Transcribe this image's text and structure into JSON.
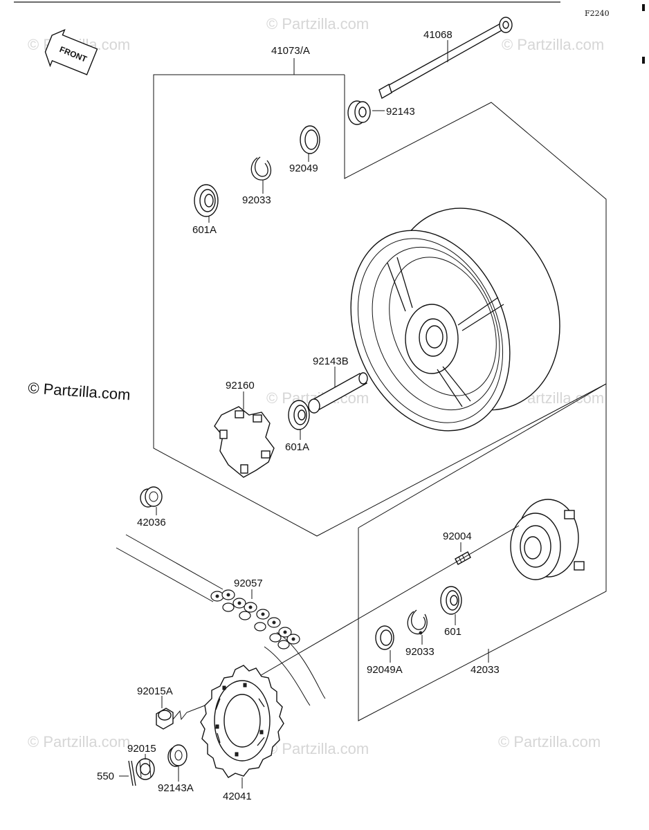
{
  "diagram_code": "F2240",
  "front_label": "FRONT",
  "watermarks": {
    "primary": "© Partzilla.com",
    "faint": "© Partzilla.com"
  },
  "parts": {
    "p41068": "41068",
    "p41073A": "41073/A",
    "p92143": "92143",
    "p92049": "92049",
    "p92033_top": "92033",
    "p601A_top": "601A",
    "p92143B": "92143B",
    "p92160": "92160",
    "p601A_mid": "601A",
    "p42036": "42036",
    "p92004": "92004",
    "p92057": "92057",
    "p601": "601",
    "p92033_bot": "92033",
    "p92049A": "92049A",
    "p42033": "42033",
    "p92015A": "92015A",
    "p92015": "92015",
    "p550": "550",
    "p92143A": "92143A",
    "p42041": "42041"
  }
}
